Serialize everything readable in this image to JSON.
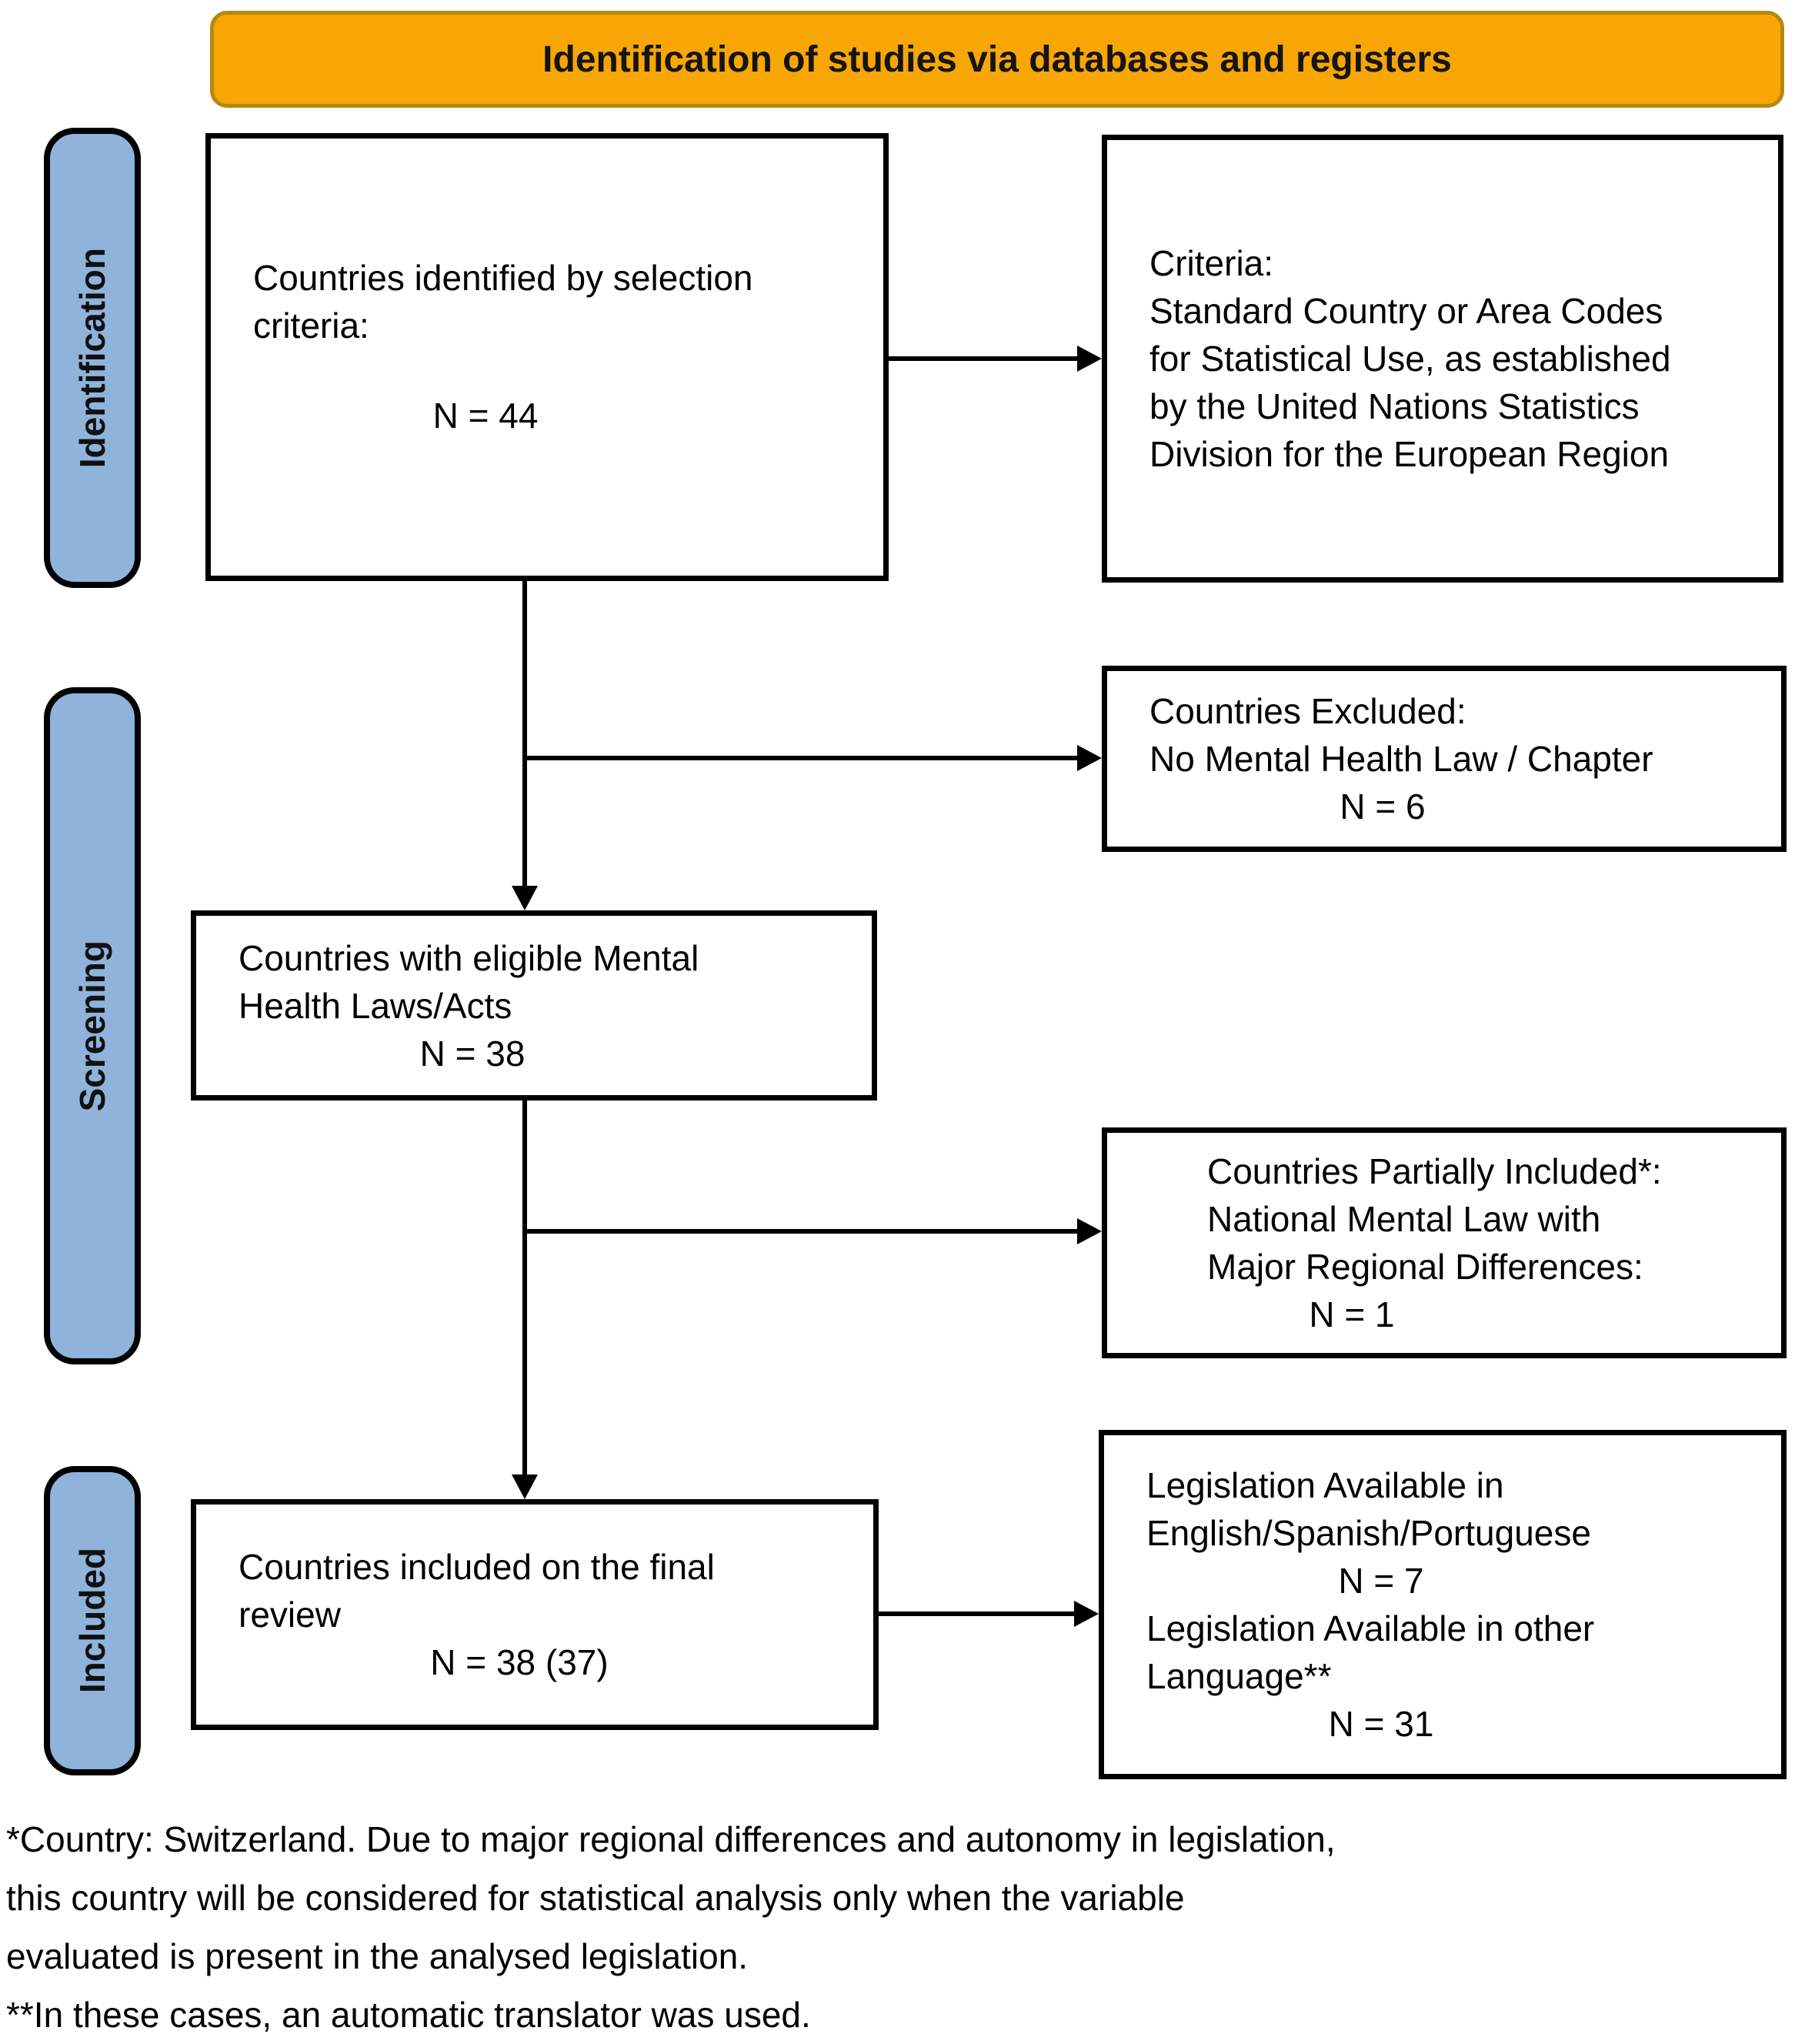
{
  "banner": {
    "label": "Identification of studies via databases and registers"
  },
  "stages": [
    {
      "label": "Identification"
    },
    {
      "label": "Screening"
    },
    {
      "label": "Included"
    }
  ],
  "boxes": {
    "identified": {
      "lines": [
        "Countries identified by selection",
        "criteria:"
      ],
      "n": "N = 44"
    },
    "criteria": {
      "lines": [
        "Criteria:",
        "Standard Country or Area Codes",
        "for Statistical Use, as established",
        "by the United Nations Statistics",
        "Division for the European Region"
      ]
    },
    "excluded": {
      "lines": [
        "Countries Excluded:",
        "No Mental Health Law / Chapter"
      ],
      "n": "N = 6"
    },
    "eligible": {
      "lines": [
        "Countries with eligible Mental",
        "Health Laws/Acts"
      ],
      "n": "N = 38"
    },
    "partial": {
      "lines": [
        "Countries Partially Included*:",
        "National Mental Law with",
        "Major Regional Differences:"
      ],
      "n": "N = 1"
    },
    "included": {
      "lines": [
        "Countries included on the final",
        "review"
      ],
      "n": "N = 38 (37)"
    },
    "legislation": {
      "lines_a": [
        "Legislation Available in",
        "English/Spanish/Portuguese"
      ],
      "n_a": "N = 7",
      "lines_b": [
        "Legislation Available in other",
        "Language**"
      ],
      "n_b": "N = 31"
    }
  },
  "footnote": {
    "lines": [
      "*Country: Switzerland. Due to major regional differences and autonomy in legislation,",
      "this country will be considered for statistical analysis only when the variable",
      "evaluated is present in the analysed legislation.",
      "**In these cases, an automatic translator was used."
    ]
  },
  "colors": {
    "banner_fill": "#F7A605",
    "banner_border": "#B4890E",
    "stage_fill": "#8FB3DB",
    "stage_border": "#000000",
    "line_color": "#000000",
    "box_border": "#000000",
    "text_color": "#000000"
  }
}
